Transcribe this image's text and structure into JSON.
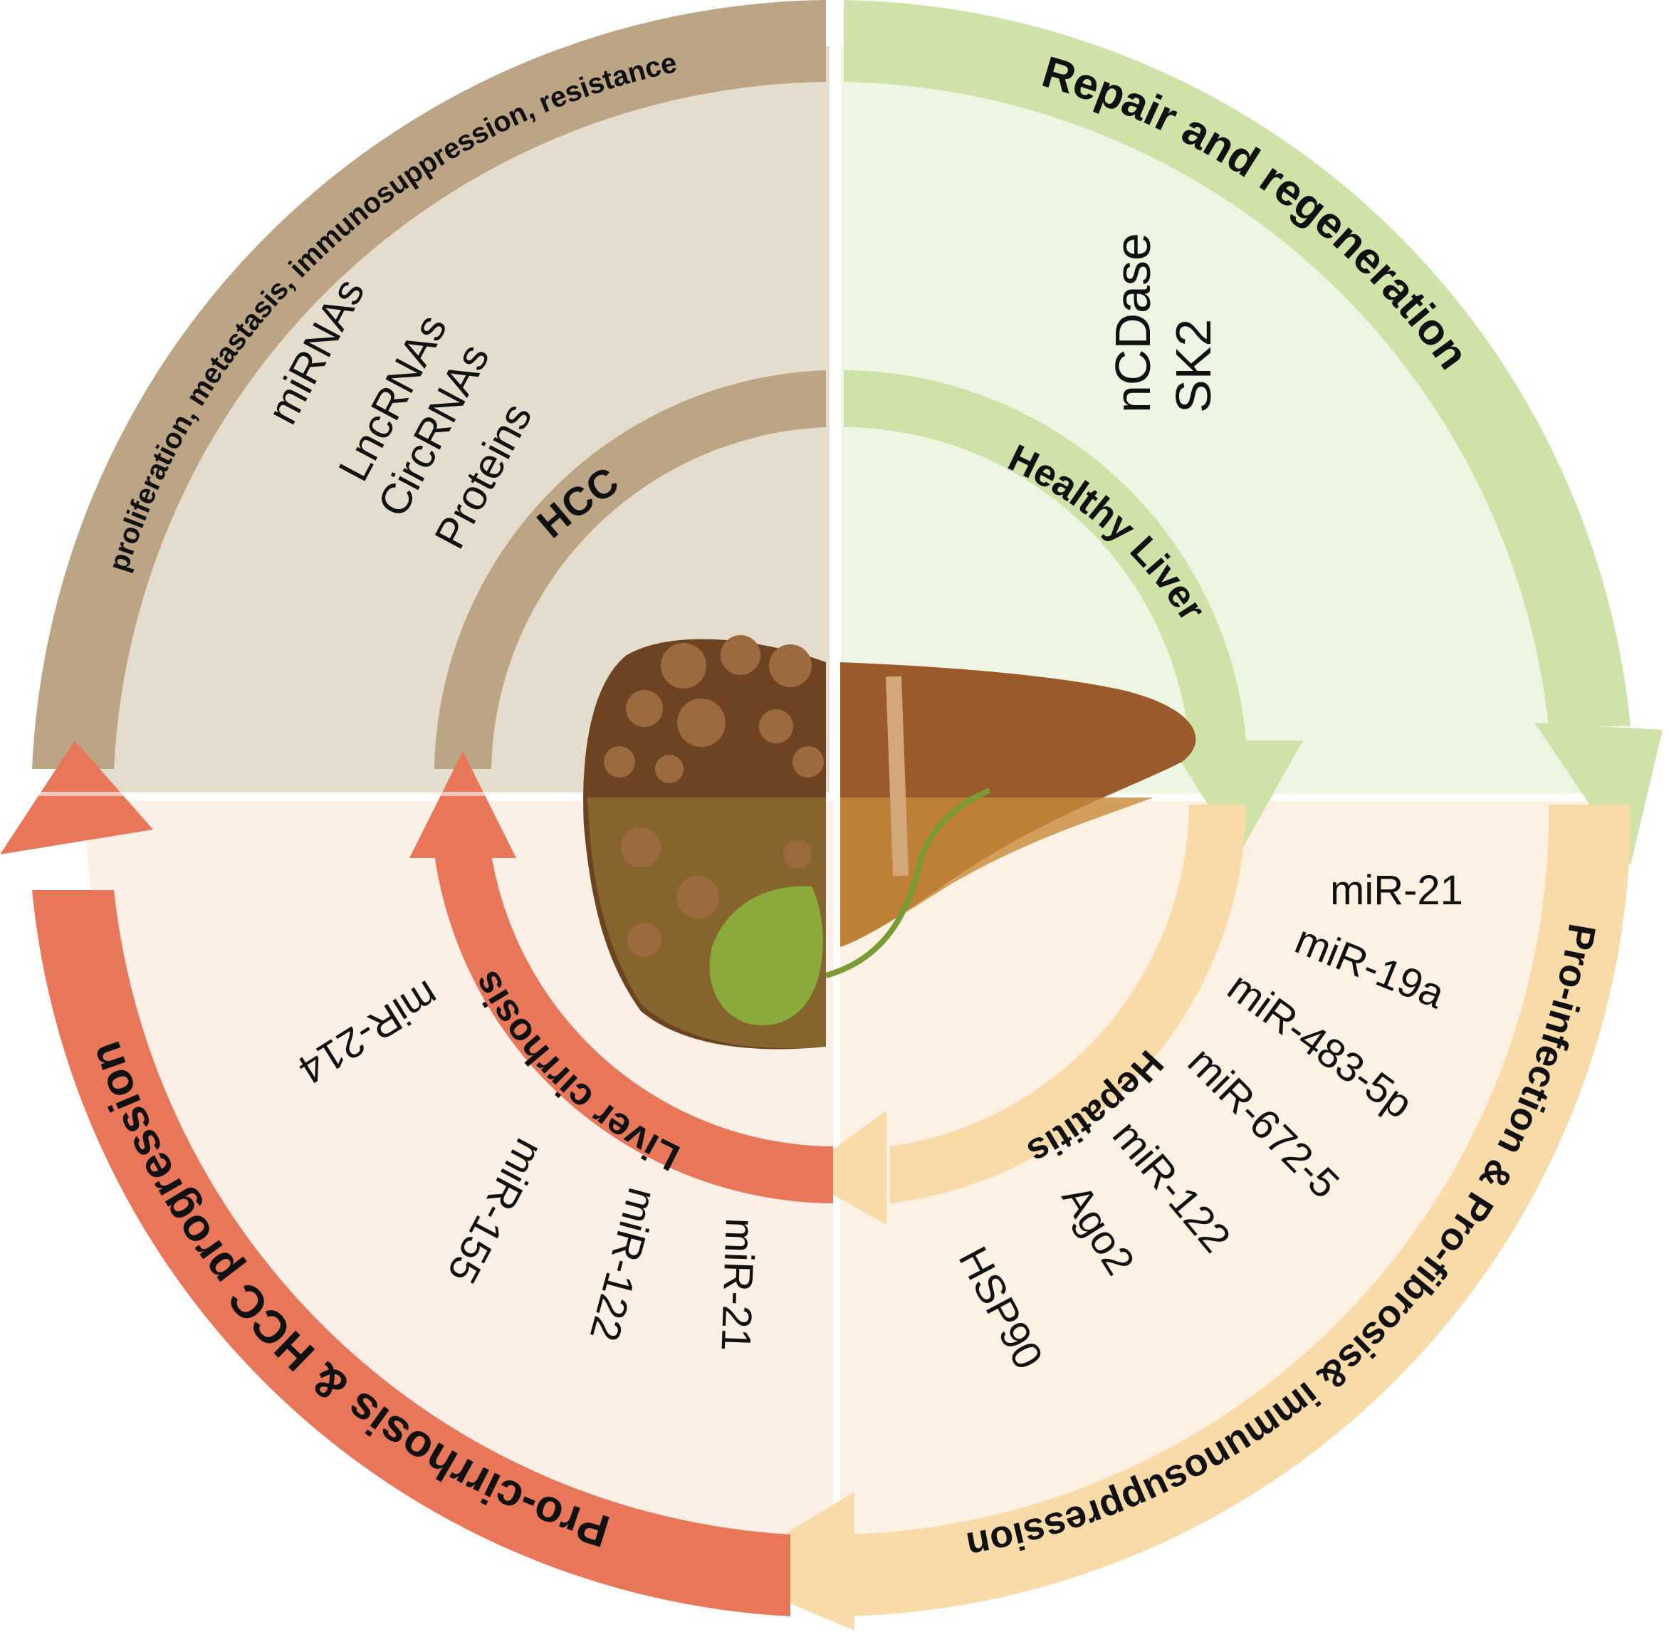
{
  "colors": {
    "tan": "#bca584",
    "tan_bg": "#e4dccc",
    "green": "#cfe3a8",
    "green_bg": "#eef6e3",
    "orange": "#f9dba9",
    "orange_bg": "#fdf1e4",
    "red": "#e8775a",
    "red_bg": "#fcefe6",
    "liver_healthy": "#9a5a2c",
    "liver_diseased": "#6d4321",
    "gallbladder": "#8aab3c"
  },
  "quadrants": {
    "hcc": {
      "outer_label": "proliferation, metastasis, immunosuppression, resistance",
      "inner_label": "HCC",
      "items": [
        "miRNAs",
        "LncRNAs",
        "CircRNAs",
        "Proteins"
      ]
    },
    "healthy": {
      "outer_label": "Repair and regeneration",
      "inner_label": "Healthy Liver",
      "items": [
        "nCDase",
        "SK2"
      ]
    },
    "hepatitis": {
      "outer_label": "Pro-infection & Pro-fibrosis& immunosuppression",
      "inner_label": "Hepatitis",
      "items": [
        "miR-21",
        "miR-19a",
        "miR-483-5p",
        "miR-672-5",
        "miR-122",
        "Ago2",
        "HSP90"
      ]
    },
    "cirrhosis": {
      "outer_label": "Pro-cirrhosis  &  HCC progression",
      "inner_label": "Liver cirrhosis",
      "items": [
        "miR-214",
        "miR-155",
        "miR-122",
        "miR-21"
      ]
    }
  }
}
